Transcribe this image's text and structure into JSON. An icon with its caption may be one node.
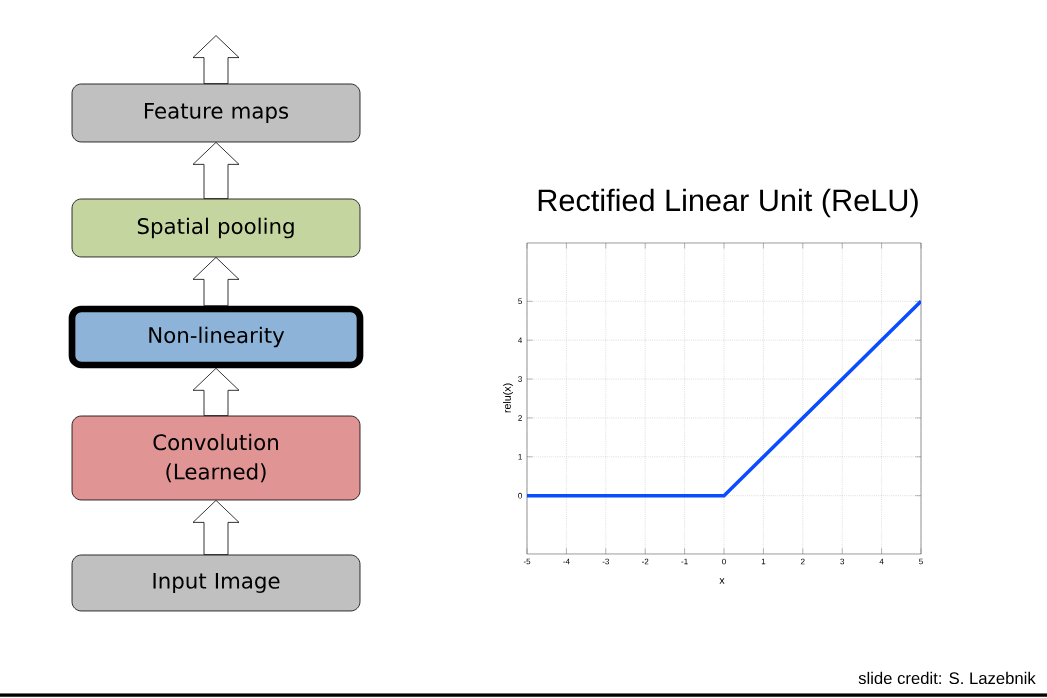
{
  "diagram": {
    "nodes": [
      {
        "text": [
          "Feature maps"
        ]
      },
      {
        "text": [
          "Spatial pooling"
        ]
      },
      {
        "text": [
          "Non-linearity"
        ]
      },
      {
        "text": [
          "Convolution (Learned)"
        ]
      },
      {
        "text": [
          "Input Image"
        ]
      }
    ],
    "edges": [
      {
        "from": 4,
        "to": 3,
        "arrow": "to"
      },
      {
        "from": 3,
        "to": 2,
        "arrow": "to"
      },
      {
        "from": 2,
        "to": 1,
        "arrow": "to"
      },
      {
        "from": 1,
        "to": 0,
        "arrow": "to"
      },
      {
        "from": 0,
        "to": null,
        "arrow": "to"
      }
    ],
    "labels": [
      "slide credit: S. Lazebnik"
    ],
    "chart_data": {
      "type": "line",
      "title": "Rectified Linear Unit (ReLU)",
      "xlabel": "x",
      "ylabel": "relu(x)",
      "x": [
        -5,
        0,
        5
      ],
      "series": [
        {
          "color": "#0a4cff",
          "values": [
            0,
            0,
            5
          ]
        }
      ],
      "xlim": [
        -5,
        5
      ],
      "ylim": [
        -1.5,
        6.5
      ],
      "xticks": [
        -5,
        -4,
        -3,
        -2,
        -1,
        0,
        1,
        2,
        3,
        4,
        5
      ],
      "yticks": [
        0,
        1,
        2,
        3,
        4,
        5
      ],
      "grid": true
    }
  }
}
